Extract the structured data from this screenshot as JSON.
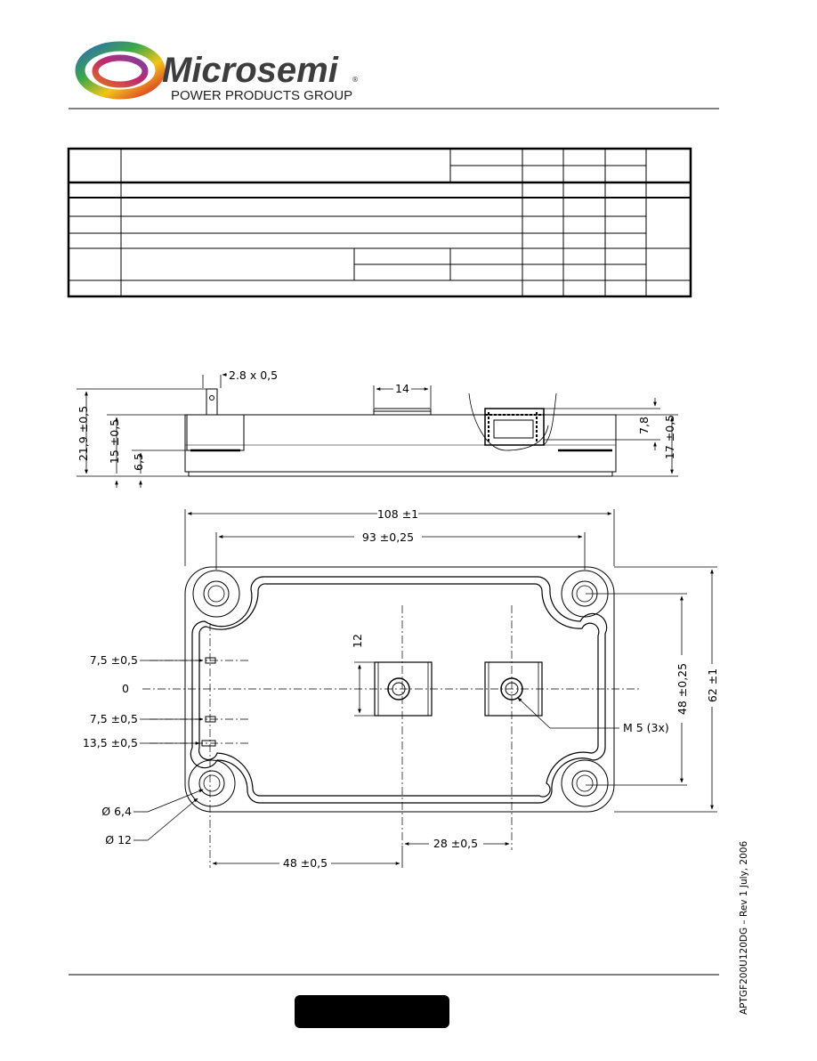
{
  "header": {
    "logo_name": "Microsemi",
    "logo_mark": "®",
    "logo_subtitle": "POWER PRODUCTS GROUP"
  },
  "drawing": {
    "side_view": {
      "pin": "2.8 x 0,5",
      "width_14": "14",
      "height_21_9": "21,9 ±0,5",
      "height_15": "15 ±0,5",
      "height_6_5": "6,5",
      "height_7_8": "7,8",
      "height_17": "17 ±0,5"
    },
    "top_view": {
      "width_108": "108 ±1",
      "width_93": "93 ±0,25",
      "height_48": "48 ±0,25",
      "height_62": "62 ±1",
      "pin_7_5_top": "7,5 ±0,5",
      "pin_0": "0",
      "pin_7_5_bottom": "7,5 ±0,5",
      "pin_13_5": "13,5 ±0,5",
      "terminal_12": "12",
      "thread": "M 5 (3x)",
      "dia_6_4": "Ø 6,4",
      "dia_12": "Ø 12",
      "dist_28": "28 ±0,5",
      "dist_48": "48 ±0,5"
    }
  },
  "footer": {
    "doc_ref": "APTGF200U120DG – Rev 1   July, 2006"
  }
}
